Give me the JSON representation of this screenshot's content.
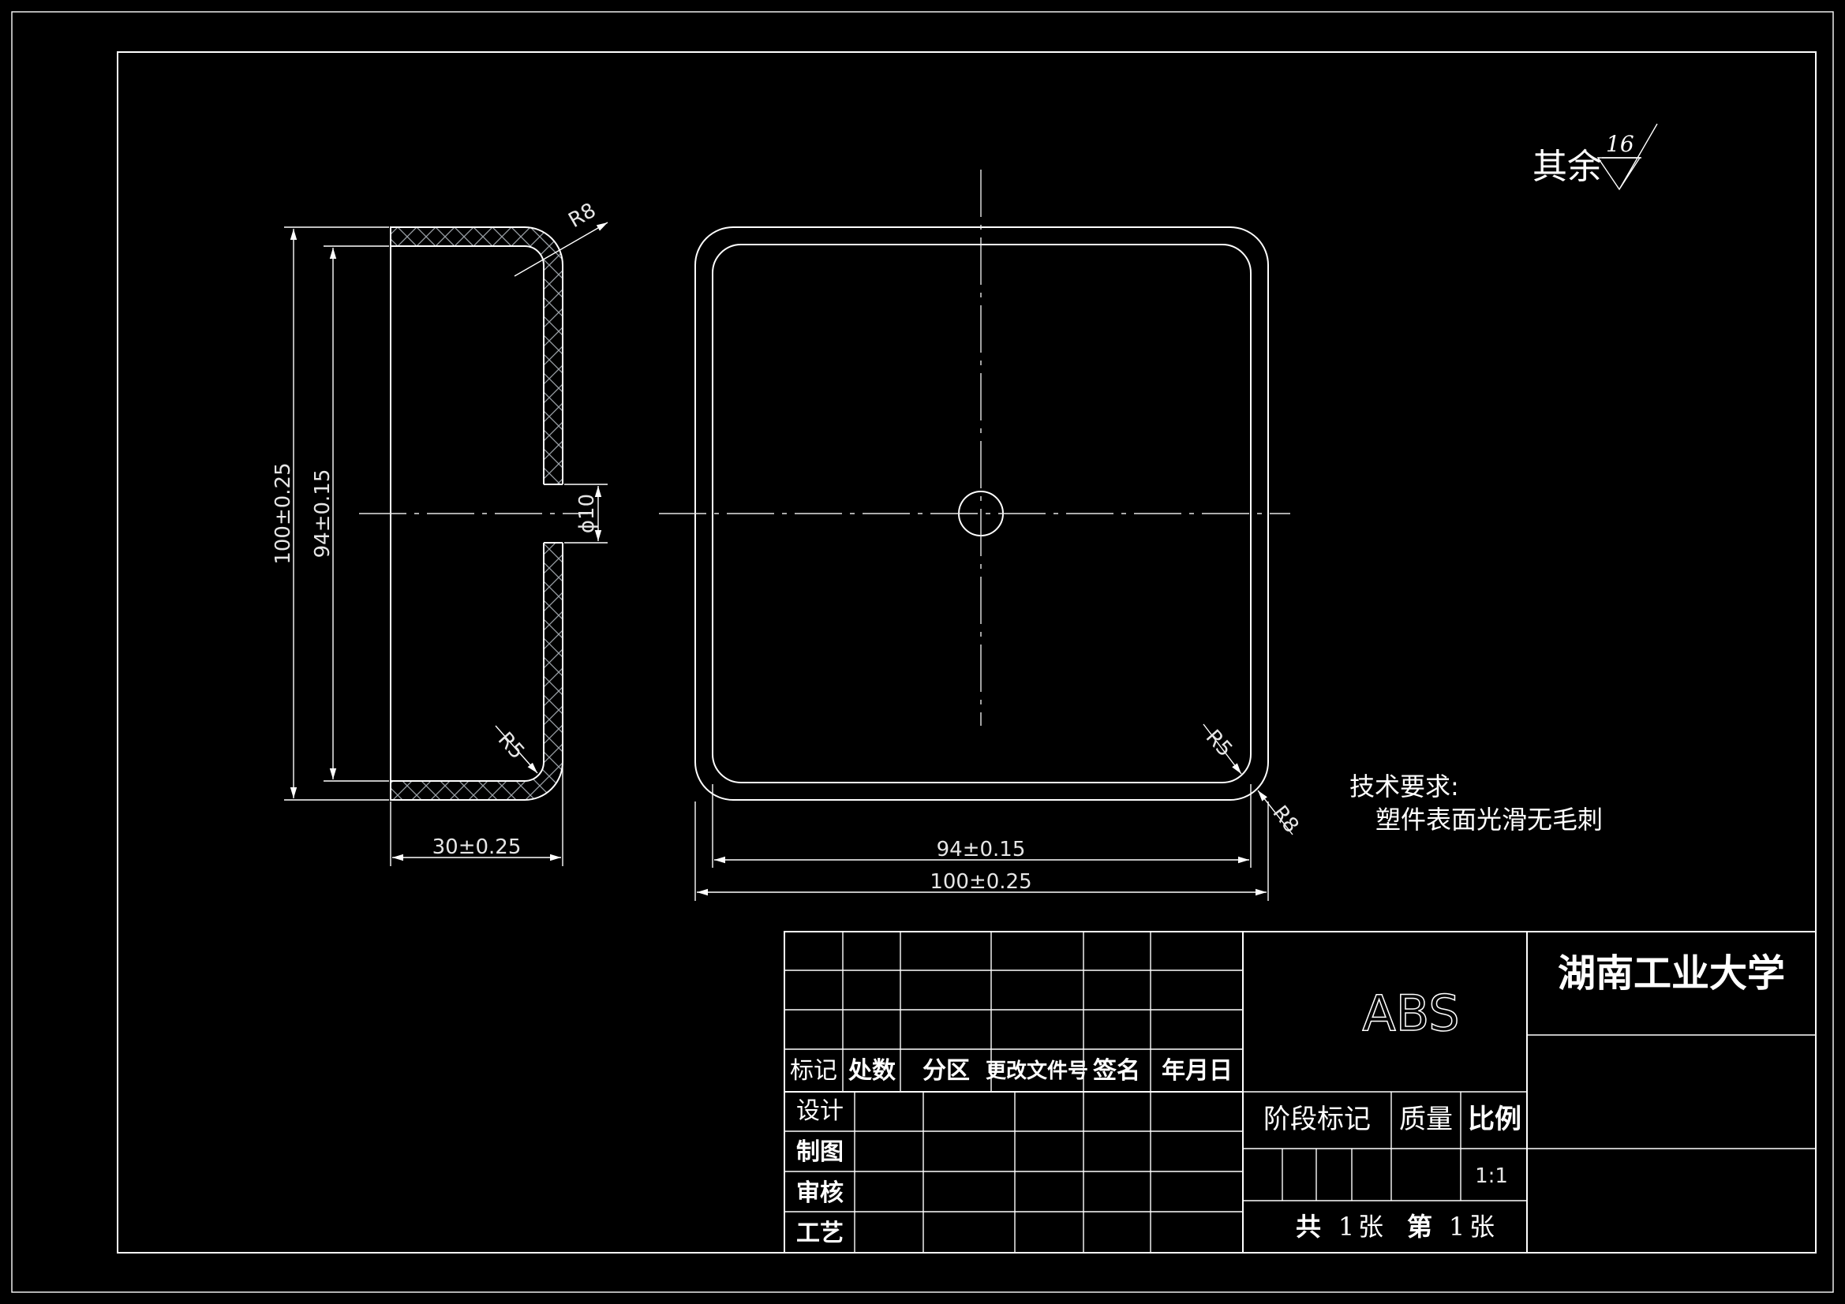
{
  "colors": {
    "background": "#000000",
    "line": "#ffffff",
    "hatch": "#9aa0a6"
  },
  "roughness": {
    "prefix": "其余",
    "value": "16"
  },
  "dims": {
    "h_outer": "100±0.25",
    "h_inner": "94±0.15",
    "depth": "30±0.25",
    "hole": "ϕ10",
    "r8_side": "R8",
    "r5_side": "R5",
    "r5_front": "R5",
    "r8_front": "R8",
    "w_inner": "94±0.15",
    "w_outer": "100±0.25"
  },
  "tech": {
    "title": "技术要求:",
    "line1": "塑件表面光滑无毛刺"
  },
  "title_block": {
    "rev_headers": [
      "标记",
      "处数",
      "分区",
      "更改文件号",
      "签名",
      "年月日"
    ],
    "sign_rows": [
      "设计",
      "制图",
      "审核",
      "工艺"
    ],
    "material": "ABS",
    "school": "湖南工业大学",
    "stage_headers": [
      "阶段标记",
      "质量",
      "比例"
    ],
    "scale": "1:1",
    "sheets": {
      "total_prefix": "共",
      "total": "1",
      "unit": "张",
      "index_prefix": "第",
      "index": "1"
    }
  }
}
